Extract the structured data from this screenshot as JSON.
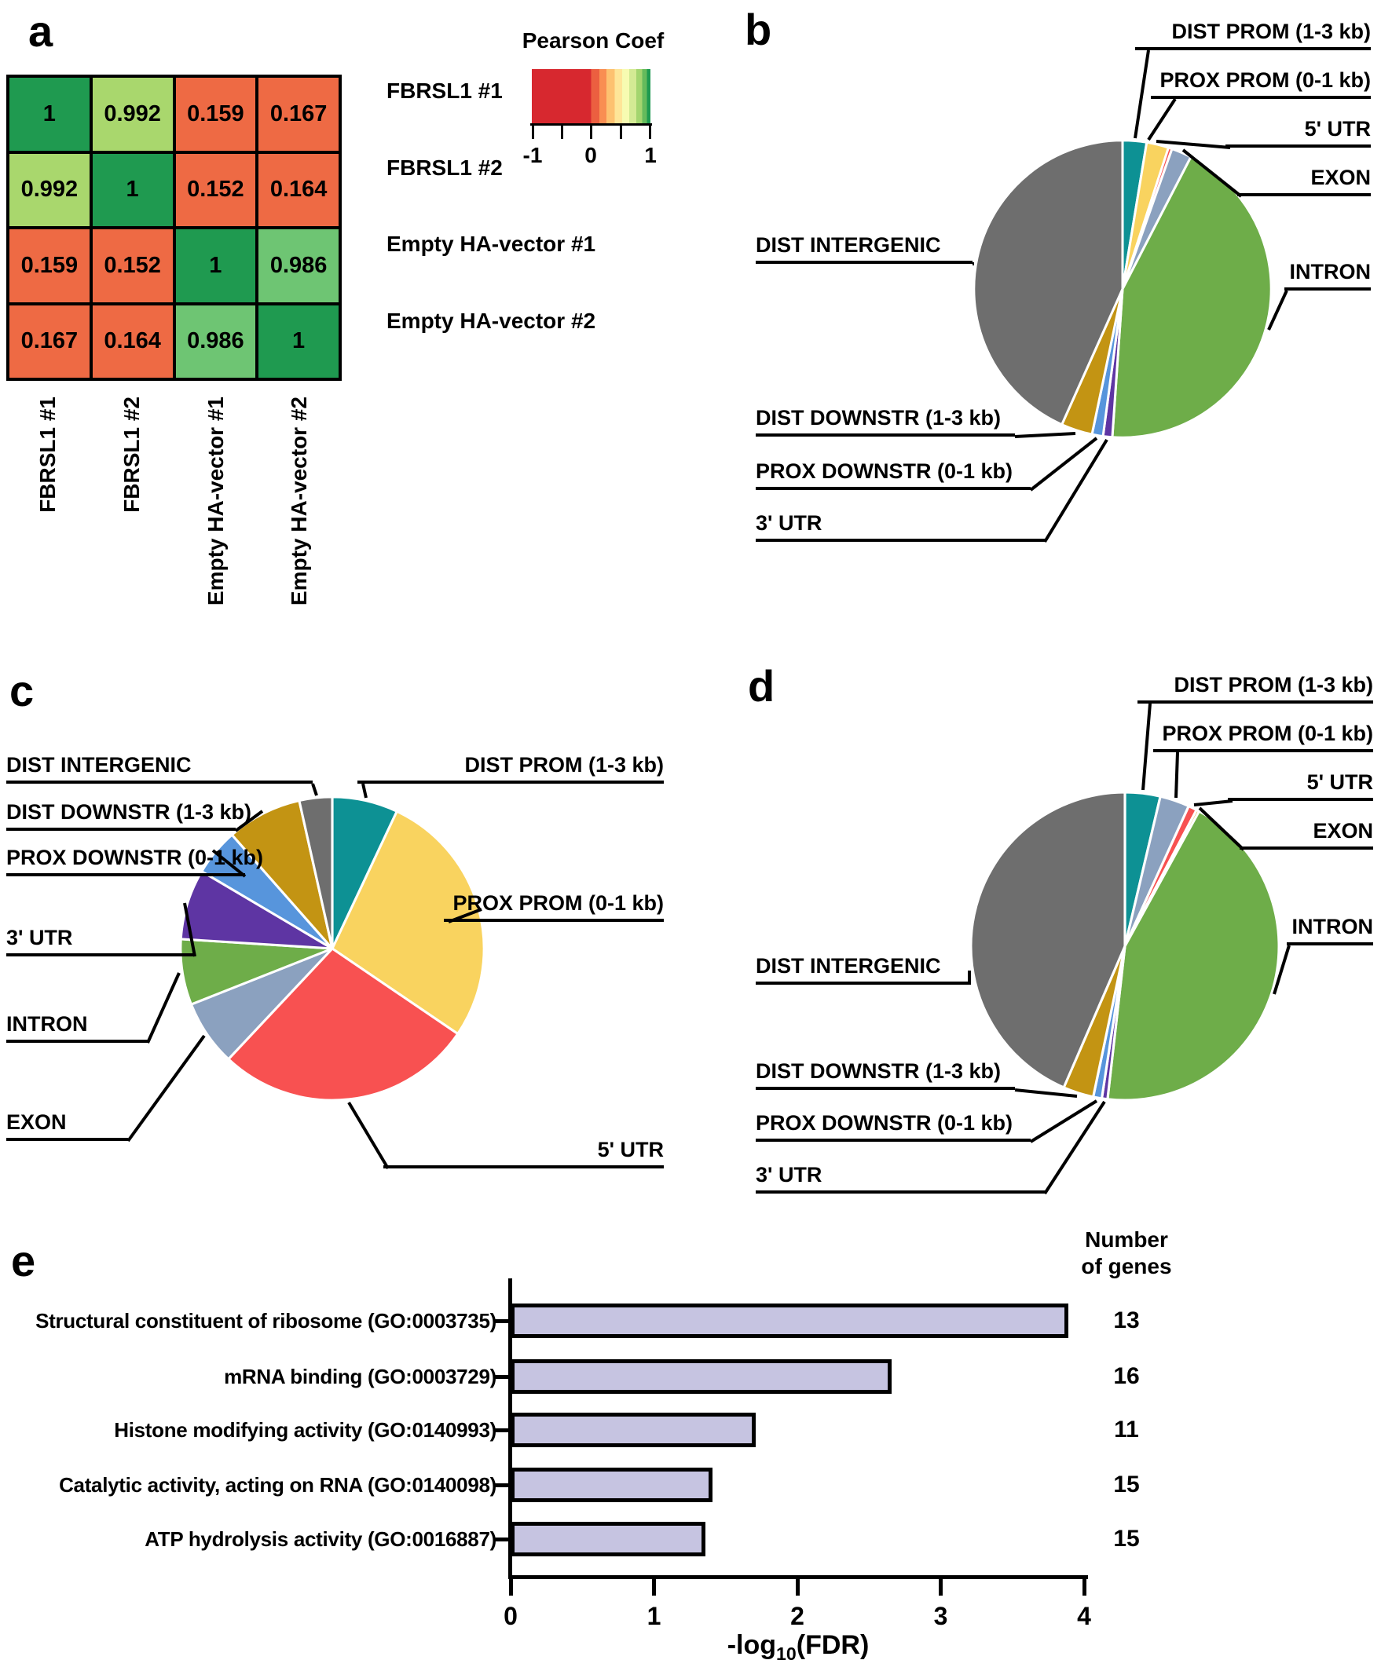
{
  "figure": {
    "panel_labels": {
      "a": "a",
      "b": "b",
      "c": "c",
      "d": "d",
      "e": "e"
    }
  },
  "chart_data": [
    {
      "id": "a",
      "type": "heatmap",
      "row_labels": [
        "FBRSL1 #1",
        "FBRSL1 #2",
        "Empty HA-vector #1",
        "Empty HA-vector #2"
      ],
      "col_labels": [
        "FBRSL1 #1",
        "FBRSL1 #2",
        "Empty HA-vector #1",
        "Empty HA-vector #2"
      ],
      "values": [
        [
          1,
          0.992,
          0.159,
          0.167
        ],
        [
          0.992,
          1,
          0.152,
          0.164
        ],
        [
          0.159,
          0.152,
          1,
          0.986
        ],
        [
          0.167,
          0.164,
          0.986,
          1
        ]
      ],
      "cell_text": [
        [
          "1",
          "0.992",
          "0.159",
          "0.167"
        ],
        [
          "0.992",
          "1",
          "0.152",
          "0.164"
        ],
        [
          "0.159",
          "0.152",
          "1",
          "0.986"
        ],
        [
          "0.167",
          "0.164",
          "0.986",
          "1"
        ]
      ],
      "cell_colors": [
        [
          "#1f9a50",
          "#a9d76d",
          "#ee6a44",
          "#ee6a44"
        ],
        [
          "#a9d76d",
          "#1f9a50",
          "#ee6a44",
          "#ee6a44"
        ],
        [
          "#ee6a44",
          "#ee6a44",
          "#1f9a50",
          "#6ec573"
        ],
        [
          "#ee6a44",
          "#ee6a44",
          "#6ec573",
          "#1f9a50"
        ]
      ],
      "colorbar": {
        "title": "Pearson Coef",
        "range": [
          -1,
          1
        ],
        "tick_labels": [
          "-1",
          "0",
          "1"
        ]
      }
    },
    {
      "id": "b",
      "type": "pie",
      "slices": [
        {
          "label": "DIST PROM (1-3 kb)",
          "value": 2.6,
          "color": "#0d9194"
        },
        {
          "label": "PROX PROM (0-1 kb)",
          "value": 2.4,
          "color": "#f9d35f"
        },
        {
          "label": "5' UTR",
          "value": 0.4,
          "color": "#f85151"
        },
        {
          "label": "EXON",
          "value": 2.2,
          "color": "#8ba1bf"
        },
        {
          "label": "INTRON",
          "value": 43.5,
          "color": "#6ead49"
        },
        {
          "label": "3' UTR",
          "value": 1.0,
          "color": "#5e35a3"
        },
        {
          "label": "PROX DOWNSTR (0-1 kb)",
          "value": 1.2,
          "color": "#5795dc"
        },
        {
          "label": "DIST DOWNSTR (1-3 kb)",
          "value": 3.4,
          "color": "#c39413"
        },
        {
          "label": "DIST INTERGENIC",
          "value": 43.3,
          "color": "#6e6e6e"
        }
      ]
    },
    {
      "id": "c",
      "type": "pie",
      "slices": [
        {
          "label": "DIST PROM (1-3 kb)",
          "value": 7,
          "color": "#0d9194"
        },
        {
          "label": "PROX PROM (0-1 kb)",
          "value": 27.5,
          "color": "#f9d35f"
        },
        {
          "label": "5' UTR",
          "value": 27.5,
          "color": "#f85151"
        },
        {
          "label": "EXON",
          "value": 7,
          "color": "#8ba1bf"
        },
        {
          "label": "INTRON",
          "value": 7,
          "color": "#6ead49"
        },
        {
          "label": "3' UTR",
          "value": 7.5,
          "color": "#5e35a3"
        },
        {
          "label": "PROX DOWNSTR (0-1 kb)",
          "value": 5,
          "color": "#5795dc"
        },
        {
          "label": "DIST DOWNSTR (1-3 kb)",
          "value": 8,
          "color": "#c39413"
        },
        {
          "label": "DIST INTERGENIC",
          "value": 3.5,
          "color": "#6e6e6e"
        }
      ]
    },
    {
      "id": "d",
      "type": "pie",
      "slices": [
        {
          "label": "DIST PROM (1-3 kb)",
          "value": 3.7,
          "color": "#0d9194"
        },
        {
          "label": "PROX PROM (0-1 kb)",
          "value": 3.1,
          "color": "#8ba1bf"
        },
        {
          "label": "5' UTR",
          "value": 0.9,
          "color": "#f85151"
        },
        {
          "label": "EXON",
          "value": 0.3,
          "color": "#dfa32a"
        },
        {
          "label": "INTRON",
          "value": 43.8,
          "color": "#6ead49"
        },
        {
          "label": "3' UTR",
          "value": 0.6,
          "color": "#5e35a3"
        },
        {
          "label": "PROX DOWNSTR (0-1 kb)",
          "value": 0.9,
          "color": "#5795dc"
        },
        {
          "label": "DIST DOWNSTR (1-3 kb)",
          "value": 3.2,
          "color": "#c39413"
        },
        {
          "label": "DIST INTERGENIC",
          "value": 43.5,
          "color": "#6e6e6e"
        }
      ]
    },
    {
      "id": "e",
      "type": "bar",
      "categories": [
        "Structural constituent of ribosome (GO:0003735)",
        "mRNA binding (GO:0003729)",
        "Histone modifying activity (GO:0140993)",
        "Catalytic activity, acting on RNA (GO:0140098)",
        "ATP hydrolysis activity (GO:0016887)"
      ],
      "values": [
        3.89,
        2.66,
        1.71,
        1.41,
        1.36
      ],
      "genes": [
        13,
        16,
        11,
        15,
        15
      ],
      "genes_header_line1": "Number",
      "genes_header_line2": "of genes",
      "bar_color": "#c6c4e1",
      "xticks": [
        "0",
        "1",
        "2",
        "3",
        "4"
      ],
      "xlim": [
        0,
        4
      ],
      "xlabel_prefix": "-log",
      "xlabel_sub": "10",
      "xlabel_suffix": "(FDR)"
    }
  ]
}
